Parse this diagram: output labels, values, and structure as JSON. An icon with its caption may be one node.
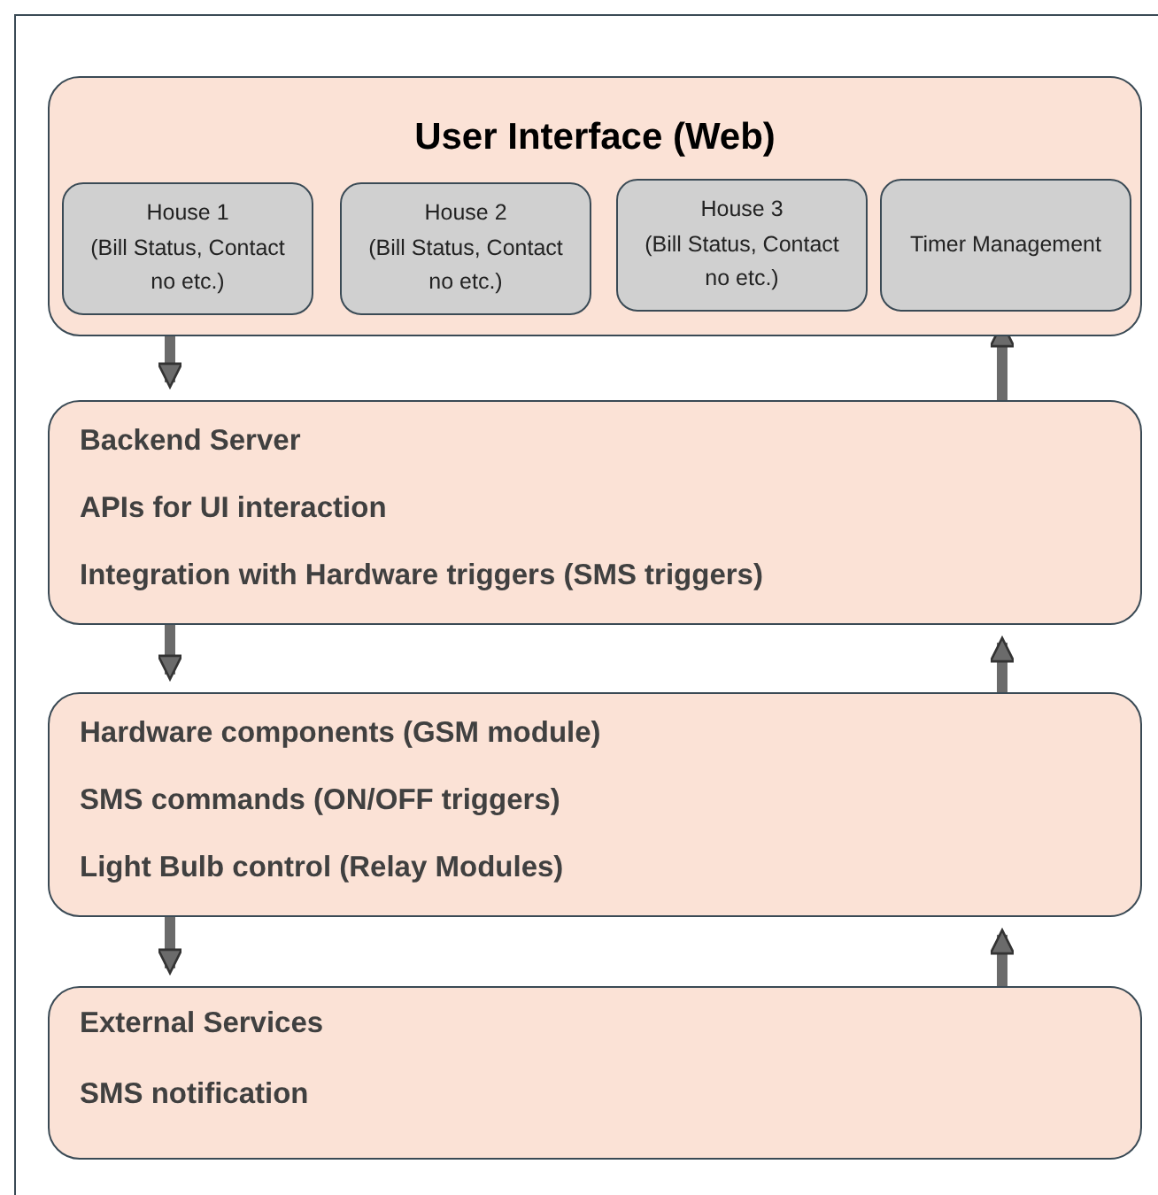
{
  "diagram": {
    "nodes": [
      {
        "text": [
          "User Interface (Web)"
        ]
      },
      {
        "text": [
          "House 1",
          "(Bill Status, Contact no etc.)"
        ],
        "in": 0
      },
      {
        "text": [
          "House 2",
          "(Bill Status, Contact no etc.)"
        ],
        "in": 0
      },
      {
        "text": [
          "House 3",
          "(Bill Status, Contact no etc.)"
        ],
        "in": 0
      },
      {
        "text": [
          "Timer Management"
        ],
        "in": 0
      },
      {
        "text": [
          "Backend Server",
          "APIs for UI interaction",
          "Integration with Hardware triggers (SMS triggers)"
        ]
      },
      {
        "text": [
          "Hardware components (GSM module)",
          "SMS commands (ON/OFF triggers)",
          "Light Bulb control (Relay Modules)"
        ]
      },
      {
        "text": [
          "External Services",
          "SMS notification"
        ]
      }
    ],
    "edges": [
      {
        "from": 1,
        "to": 5,
        "arrow": "to"
      },
      {
        "from": 5,
        "to": 4,
        "arrow": "to"
      },
      {
        "from": 5,
        "to": 6,
        "arrow": "to"
      },
      {
        "from": 6,
        "to": 5,
        "arrow": "to"
      },
      {
        "from": 6,
        "to": 7,
        "arrow": "to"
      },
      {
        "from": 7,
        "to": 6,
        "arrow": "to"
      }
    ]
  }
}
